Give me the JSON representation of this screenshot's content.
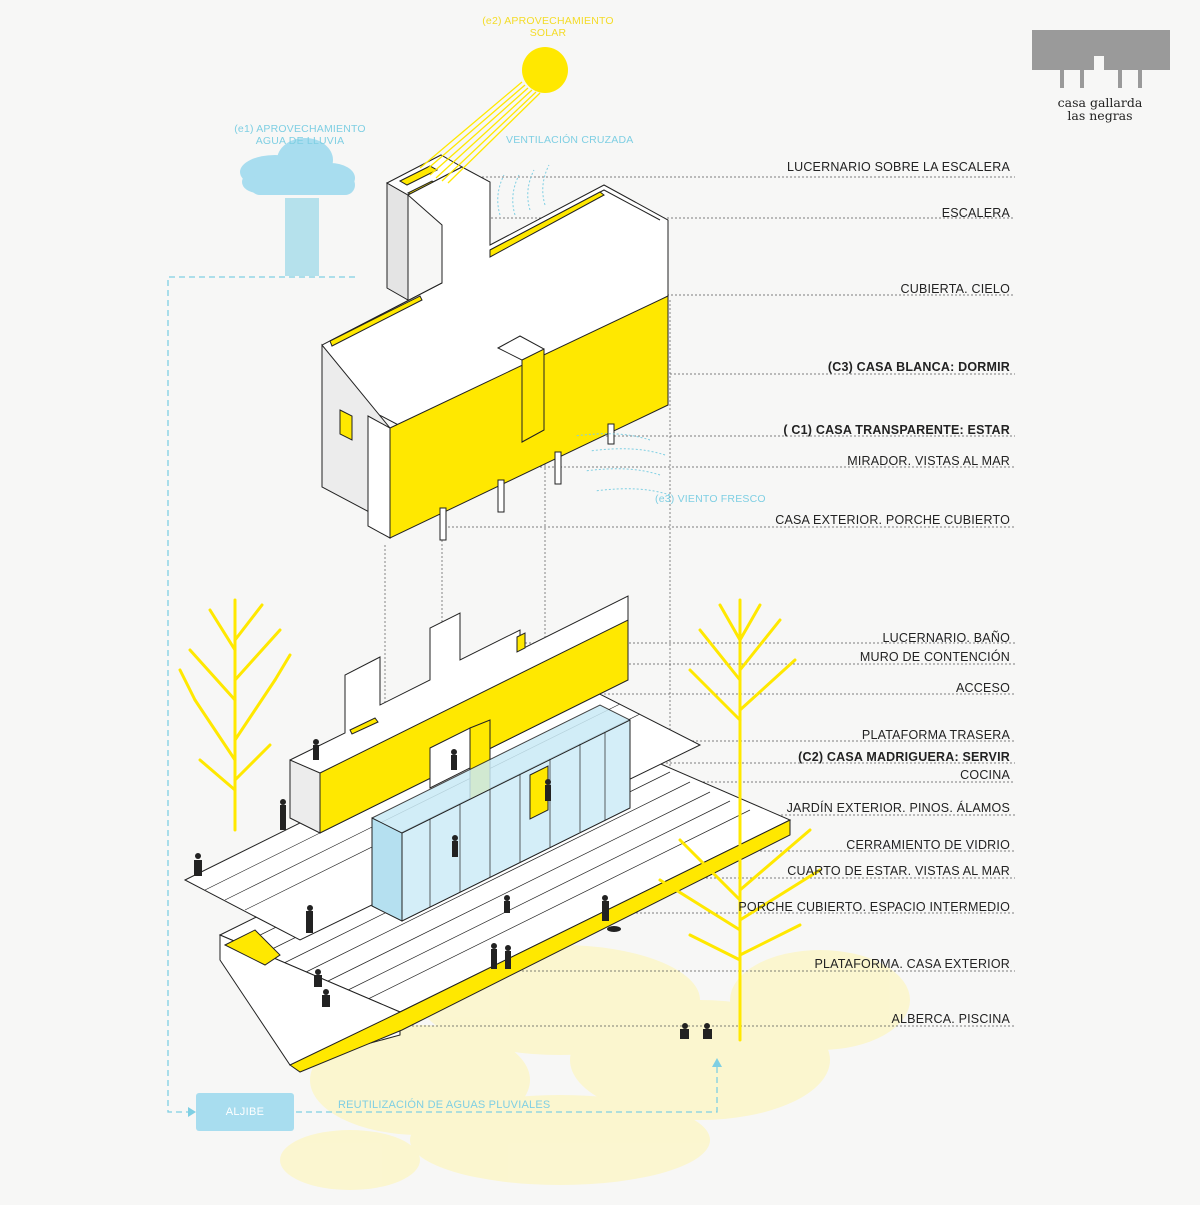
{
  "logo": {
    "line1": "casa gallarda",
    "line2": "las negras"
  },
  "eco_labels": {
    "sun_line1": "(e2) APROVECHAMIENTO",
    "sun_line2": "SOLAR",
    "rain_line1": "(e1) APROVECHAMIENTO",
    "rain_line2": "AGUA DE LLUVIA",
    "ventilation": "VENTILACIÓN CRUZADA",
    "wind": "(e3) VIENTO FRESCO",
    "aljibe": "ALJIBE",
    "reuse": "REUTILIZACIÓN DE AGUAS PLUVIALES"
  },
  "upper_labels": [
    {
      "text": "LUCERNARIO SOBRE LA ESCALERA",
      "bold": false
    },
    {
      "text": "ESCALERA",
      "bold": false
    },
    {
      "text": "CUBIERTA. CIELO",
      "bold": false
    },
    {
      "text": "(C3) CASA BLANCA: DORMIR",
      "bold": true
    },
    {
      "text": "( C1) CASA TRANSPARENTE: ESTAR",
      "bold": true
    },
    {
      "text": "MIRADOR. VISTAS AL MAR",
      "bold": false
    },
    {
      "text": "CASA EXTERIOR. PORCHE CUBIERTO",
      "bold": false
    }
  ],
  "lower_labels": [
    {
      "text": "LUCERNARIO. BAÑO",
      "bold": false
    },
    {
      "text": "MURO DE CONTENCIÓN",
      "bold": false
    },
    {
      "text": "ACCESO",
      "bold": false
    },
    {
      "text": "PLATAFORMA TRASERA",
      "bold": false
    },
    {
      "text": "(C2) CASA MADRIGUERA: SERVIR",
      "bold": true
    },
    {
      "text": "COCINA",
      "bold": false
    },
    {
      "text": "JARDÍN EXTERIOR. PINOS. ÁLAMOS",
      "bold": false
    },
    {
      "text": "CERRAMIENTO DE VIDRIO",
      "bold": false
    },
    {
      "text": "CUARTO DE ESTAR. VISTAS AL MAR",
      "bold": false
    },
    {
      "text": "PORCHE CUBIERTO. ESPACIO INTERMEDIO",
      "bold": false
    },
    {
      "text": "PLATAFORMA. CASA EXTERIOR",
      "bold": false
    },
    {
      "text": "ALBERCA. PISCINA",
      "bold": false
    }
  ],
  "colors": {
    "accent_yellow": "#ffe800",
    "water_blue": "#7fcfe3",
    "aljibe_box": "#a8ddef",
    "glass": "#c9eaf6",
    "logo_grey": "#9a9a9a",
    "ink": "#222222"
  }
}
